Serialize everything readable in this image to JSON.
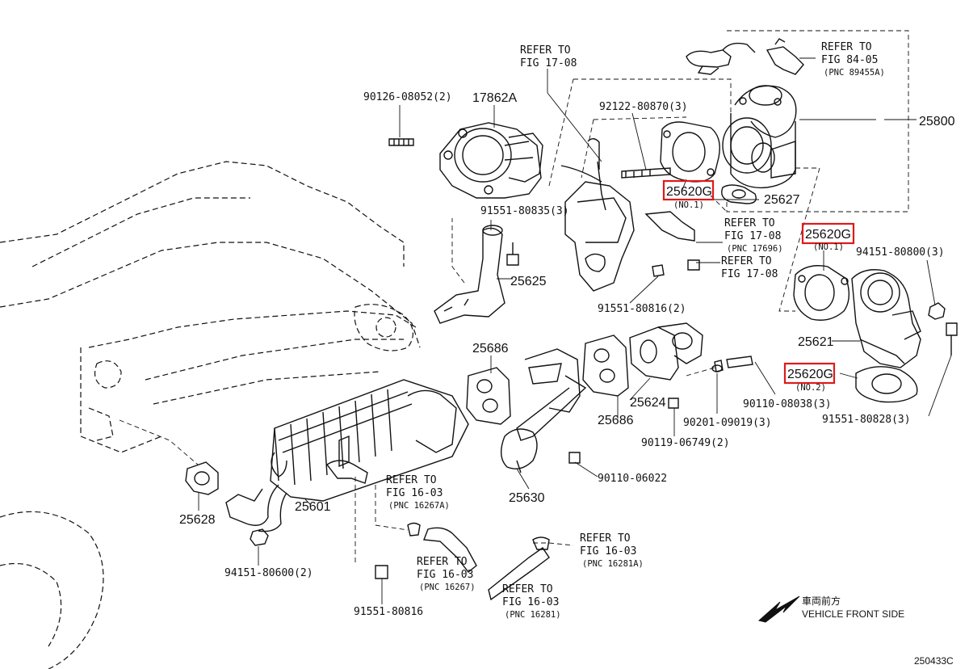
{
  "diagram_id": "250433C",
  "direction_note": {
    "jp": "車両前方",
    "en": "VEHICLE FRONT SIDE"
  },
  "refers": {
    "fig1708_top": [
      "REFER TO",
      "FIG 17-08"
    ],
    "fig8405": [
      "REFER TO",
      "FIG 84-05",
      "(PNC 89455A)"
    ],
    "fig1708_mid": [
      "REFER TO",
      "FIG 17-08",
      "(PNC 17696)"
    ],
    "fig1708_low": [
      "REFER TO",
      "FIG 17-08"
    ],
    "fig1603_a": [
      "REFER TO",
      "FIG 16-03",
      "(PNC 16267A)"
    ],
    "fig1603_b": [
      "REFER TO",
      "FIG 16-03",
      "(PNC 16267)"
    ],
    "fig1603_c": [
      "REFER TO",
      "FIG 16-03",
      "(PNC 16281)"
    ],
    "fig1603_d": [
      "REFER TO",
      "FIG 16-03",
      "(PNC 16281A)"
    ]
  },
  "parts": {
    "p25800": "25800",
    "p17862A": "17862A",
    "p90126": "90126-08052(2)",
    "p92122": "92122-80870(3)",
    "p25620_top": "25620G",
    "p25620_top_note": "(NO.1)",
    "p25627": "25627",
    "p25620_mid": "25620G",
    "p25620_mid_note": "(NO.1)",
    "p25620_low": "25620G",
    "p25620_low_note": "(NO.2)",
    "p91551_80835": "91551-80835(3)",
    "p25625": "25625",
    "p91551_80816_2": "91551-80816(2)",
    "p94151_80800": "94151-80800(3)",
    "p25621": "25621",
    "p90110_08038": "90110-08038(3)",
    "p91551_80828": "91551-80828(3)",
    "p25686_a": "25686",
    "p25686_b": "25686",
    "p25624": "25624",
    "p90201": "90201-09019(3)",
    "p90119": "90119-06749(2)",
    "p90110_06022": "90110-06022",
    "p25630": "25630",
    "p25628": "25628",
    "p25601": "25601",
    "p94151_80600": "94151-80600(2)",
    "p91551_80816": "91551-80816"
  },
  "highlight_color": "#e01919"
}
